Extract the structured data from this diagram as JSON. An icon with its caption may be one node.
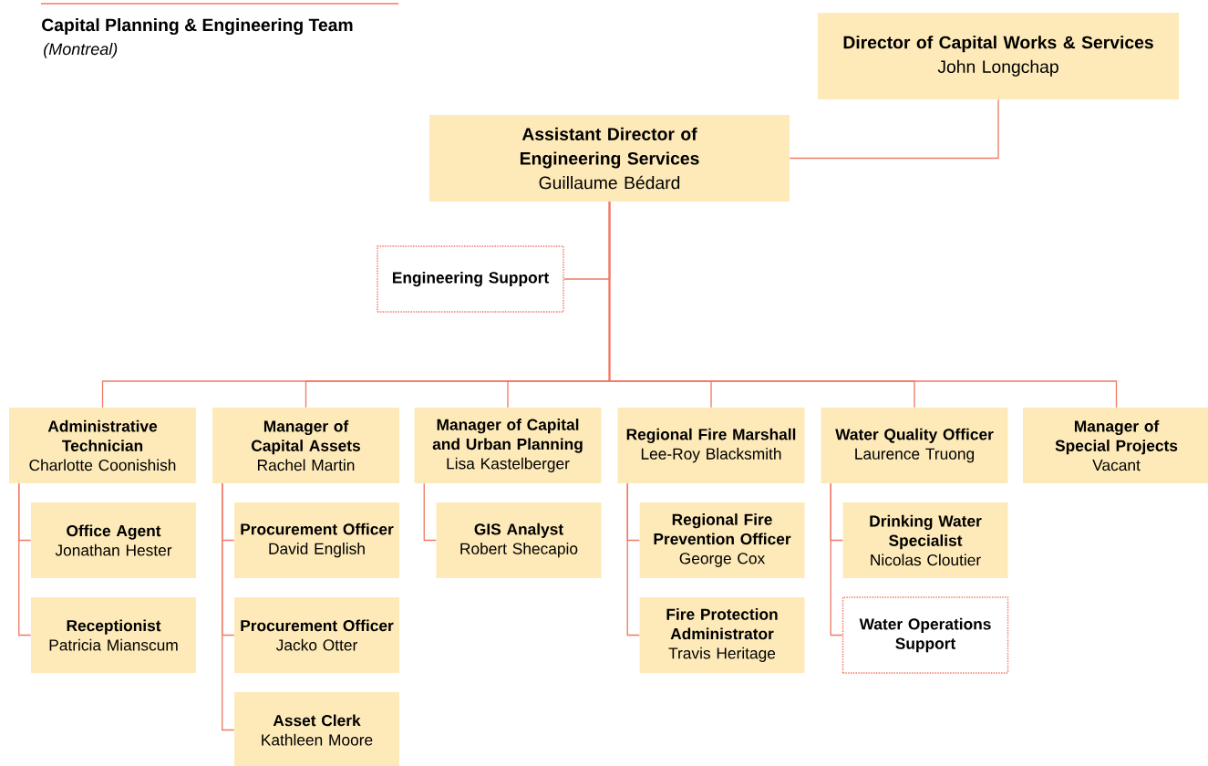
{
  "diagram": {
    "title": "Capital Planning & Engineering Team",
    "nodes": [
      {
        "text": [
          "Director of Capital Works & Services",
          "John Longchap"
        ]
      },
      {
        "text": [
          "Assistant Director of Engineering Services",
          "Guillaume Bédard"
        ]
      },
      {
        "text": [
          "Engineering Support"
        ]
      },
      {
        "text": [
          "Administrative Technician",
          "Charlotte Coonishish"
        ]
      },
      {
        "text": [
          "Office Agent",
          "Jonathan Hester"
        ]
      },
      {
        "text": [
          "Receptionist",
          "Patricia Mianscum"
        ]
      },
      {
        "text": [
          "Manager of Capital Assets",
          "Rachel Martin"
        ]
      },
      {
        "text": [
          "Procurement Officer",
          "David English"
        ]
      },
      {
        "text": [
          "Procurement Officer",
          "Jacko Otter"
        ]
      },
      {
        "text": [
          "Asset Clerk",
          "Kathleen Moore"
        ]
      },
      {
        "text": [
          "Manager of Capital and Urban Planning",
          "Lisa Kastelberger"
        ]
      },
      {
        "text": [
          "GIS Analyst",
          "Robert Shecapio"
        ]
      },
      {
        "text": [
          "Regional Fire Marshall",
          "Lee-Roy Blacksmith"
        ]
      },
      {
        "text": [
          "Regional Fire Prevention Officer",
          "George Cox"
        ]
      },
      {
        "text": [
          "Fire Protection Administrator",
          "Travis Heritage"
        ]
      },
      {
        "text": [
          "Water Quality Officer",
          "Laurence Truong"
        ]
      },
      {
        "text": [
          "Drinking Water Specialist",
          "Nicolas Cloutier"
        ]
      },
      {
        "text": [
          "Water Operations Support"
        ]
      },
      {
        "text": [
          "Manager of Special Projects",
          "Vacant"
        ]
      }
    ],
    "edges": [
      {
        "from": 0,
        "to": 1,
        "arrow": "none"
      },
      {
        "from": 1,
        "to": 2,
        "arrow": "none"
      },
      {
        "from": 1,
        "to": 3,
        "arrow": "none"
      },
      {
        "from": 1,
        "to": 6,
        "arrow": "none"
      },
      {
        "from": 1,
        "to": 10,
        "arrow": "none"
      },
      {
        "from": 1,
        "to": 12,
        "arrow": "none"
      },
      {
        "from": 1,
        "to": 15,
        "arrow": "none"
      },
      {
        "from": 1,
        "to": 18,
        "arrow": "none"
      },
      {
        "from": 3,
        "to": 4,
        "arrow": "none"
      },
      {
        "from": 3,
        "to": 5,
        "arrow": "none"
      },
      {
        "from": 6,
        "to": 7,
        "arrow": "none"
      },
      {
        "from": 6,
        "to": 8,
        "arrow": "none"
      },
      {
        "from": 6,
        "to": 9,
        "arrow": "none"
      },
      {
        "from": 10,
        "to": 11,
        "arrow": "none"
      },
      {
        "from": 12,
        "to": 13,
        "arrow": "none"
      },
      {
        "from": 12,
        "to": 14,
        "arrow": "none"
      },
      {
        "from": 15,
        "to": 16,
        "arrow": "none"
      },
      {
        "from": 15,
        "to": 17,
        "arrow": "none"
      }
    ],
    "labels": [
      "(Montreal)"
    ]
  }
}
